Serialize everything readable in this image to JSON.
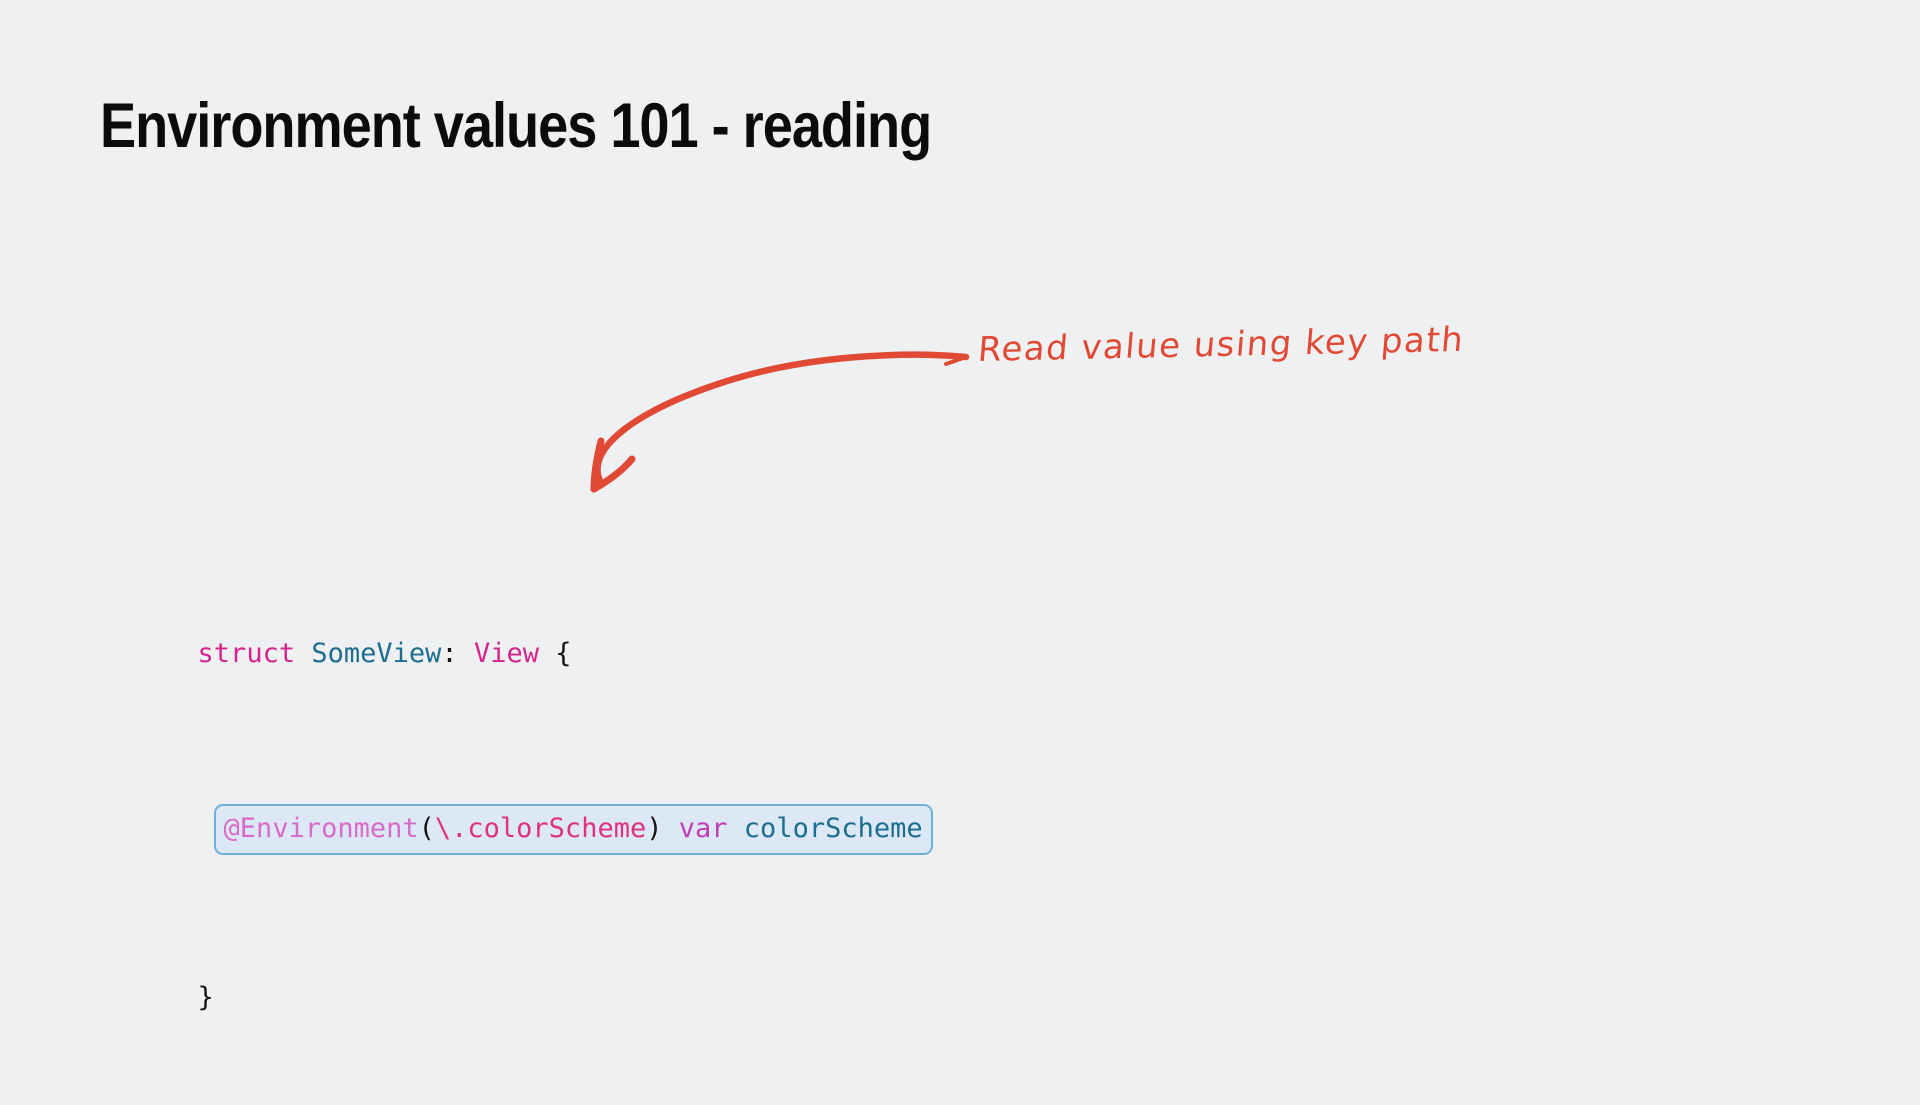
{
  "slide": {
    "title": "Environment values 101 - reading",
    "background_color": "#eff0f2"
  },
  "code": {
    "language": "swift",
    "font": "monospace",
    "lines": [
      {
        "id": "line-1",
        "highlighted": false,
        "text": "struct SomeView: View {",
        "tokens": [
          {
            "text": "struct",
            "kind": "keyword",
            "color": "#d5258c"
          },
          {
            "text": " ",
            "kind": "space"
          },
          {
            "text": "SomeView",
            "kind": "type",
            "color": "#1d6e8e"
          },
          {
            "text": ":",
            "kind": "punct",
            "color": "#141414"
          },
          {
            "text": " ",
            "kind": "space"
          },
          {
            "text": "View",
            "kind": "keyword",
            "color": "#d5258c"
          },
          {
            "text": " ",
            "kind": "space"
          },
          {
            "text": "{",
            "kind": "punct",
            "color": "#141414"
          }
        ]
      },
      {
        "id": "line-2",
        "highlighted": true,
        "text": "@Environment(\\.colorScheme) var colorScheme",
        "tokens": [
          {
            "text": "@Environment",
            "kind": "attribute",
            "color": "#d96bc8"
          },
          {
            "text": "(",
            "kind": "punct",
            "color": "#141414"
          },
          {
            "text": "\\.colorScheme",
            "kind": "keypath",
            "color": "#e0317f"
          },
          {
            "text": ")",
            "kind": "punct",
            "color": "#141414"
          },
          {
            "text": " ",
            "kind": "space"
          },
          {
            "text": "var",
            "kind": "var-keyword",
            "color": "#c13fb6"
          },
          {
            "text": " ",
            "kind": "space"
          },
          {
            "text": "colorScheme",
            "kind": "type",
            "color": "#1d6e8e"
          }
        ],
        "highlight_fill": "#dde8f7",
        "highlight_border": "#6fb0da"
      },
      {
        "id": "line-3",
        "highlighted": false,
        "text": "}",
        "tokens": [
          {
            "text": "}",
            "kind": "punct",
            "color": "#141414"
          }
        ]
      }
    ]
  },
  "annotation": {
    "text": "Read value using key path",
    "color": "#e04a35",
    "arrow": {
      "style": "hand-drawn-curved",
      "color": "#e04a35",
      "points_to": "line-2"
    }
  }
}
